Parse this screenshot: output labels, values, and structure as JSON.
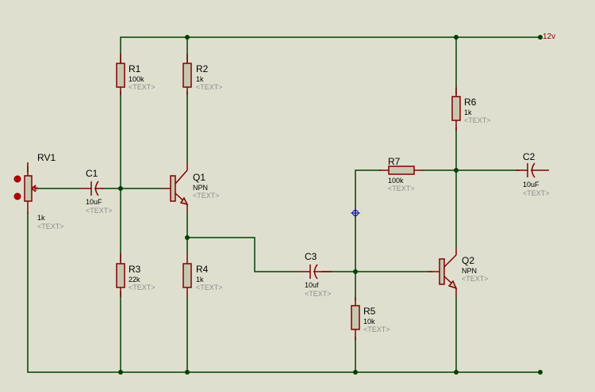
{
  "colors": {
    "background": "#dfdfcf",
    "wire": "#004000",
    "component": "#800000",
    "body_fill": "#c8c8b0",
    "placeholder_text": "#8c8c8c",
    "cursor": "#0000c0"
  },
  "power": {
    "label": "12v"
  },
  "components": {
    "RV1": {
      "ref": "RV1",
      "value": "1k",
      "text": "<TEXT>",
      "type": "potentiometer"
    },
    "C1": {
      "ref": "C1",
      "value": "10uF",
      "text": "<TEXT>",
      "type": "capacitor"
    },
    "R1": {
      "ref": "R1",
      "value": "100k",
      "text": "<TEXT>",
      "type": "resistor"
    },
    "R2": {
      "ref": "R2",
      "value": "1k",
      "text": "<TEXT>",
      "type": "resistor"
    },
    "Q1": {
      "ref": "Q1",
      "value": "NPN",
      "text": "<TEXT>",
      "type": "npn-transistor"
    },
    "R3": {
      "ref": "R3",
      "value": "22k",
      "text": "<TEXT>",
      "type": "resistor"
    },
    "R4": {
      "ref": "R4",
      "value": "1k",
      "text": "<TEXT>",
      "type": "resistor"
    },
    "C3": {
      "ref": "C3",
      "value": "10uf",
      "text": "<TEXT>",
      "type": "capacitor"
    },
    "R5": {
      "ref": "R5",
      "value": "10k",
      "text": "<TEXT>",
      "type": "resistor"
    },
    "R6": {
      "ref": "R6",
      "value": "1k",
      "text": "<TEXT>",
      "type": "resistor"
    },
    "R7": {
      "ref": "R7",
      "value": "100k",
      "text": "<TEXT>",
      "type": "resistor"
    },
    "Q2": {
      "ref": "Q2",
      "value": "NPN",
      "text": "<TEXT>",
      "type": "npn-transistor"
    },
    "C2": {
      "ref": "C2",
      "value": "10uF",
      "text": "<TEXT>",
      "type": "capacitor"
    }
  }
}
